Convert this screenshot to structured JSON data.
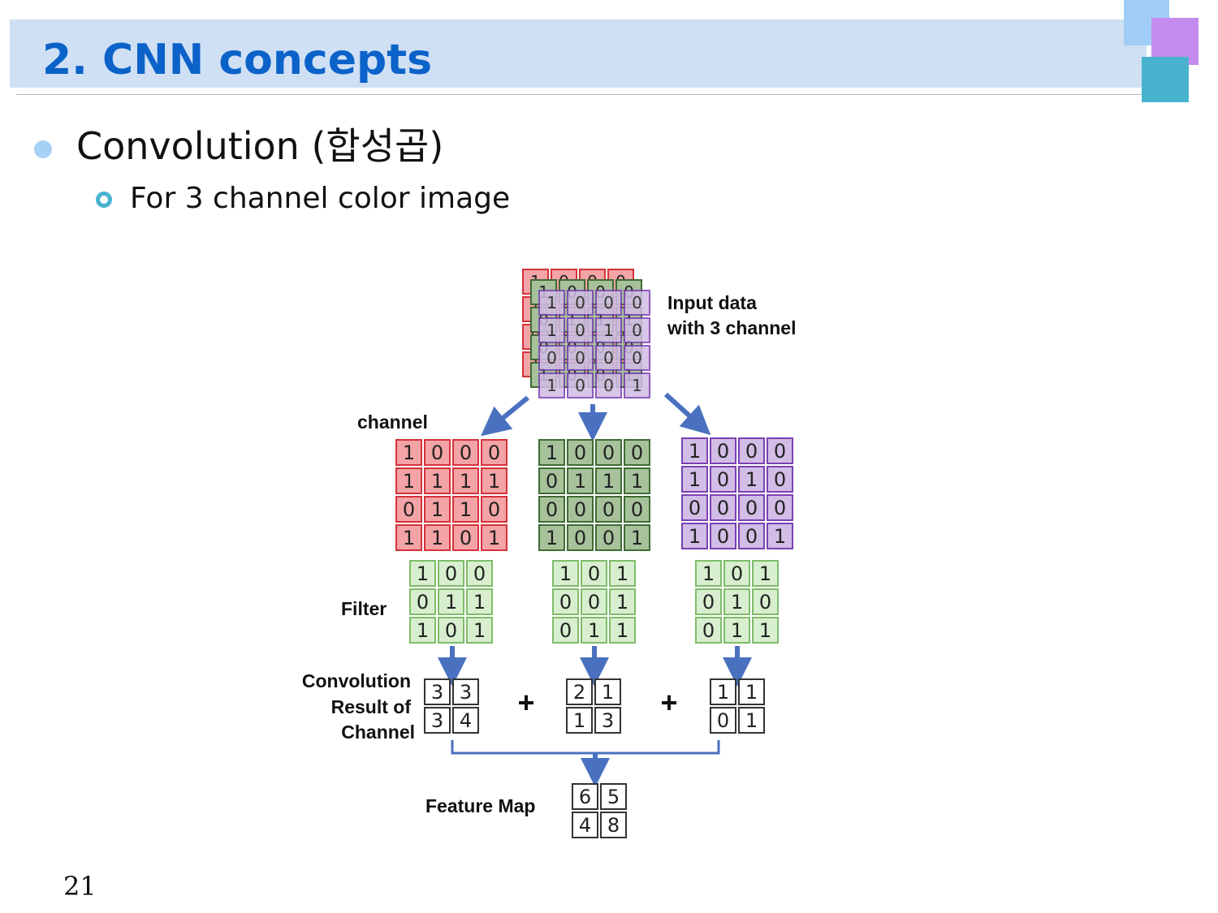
{
  "slide": {
    "title": "2. CNN concepts",
    "bullet1": "Convolution (합성곱)",
    "bullet2": "For 3 channel color image",
    "page_number": "21"
  },
  "diagram": {
    "input_label_line1": "Input data",
    "input_label_line2": "with 3 channel",
    "channel_label": "channel",
    "filter_label": "Filter",
    "conv_label_line1": "Convolution",
    "conv_label_line2": "Result of",
    "conv_label_line3": "Channel",
    "feature_map_label": "Feature Map",
    "plus_sign": "+",
    "channels": [
      [
        [
          "1",
          "0",
          "0",
          "0"
        ],
        [
          "1",
          "1",
          "1",
          "1"
        ],
        [
          "0",
          "1",
          "1",
          "0"
        ],
        [
          "1",
          "1",
          "0",
          "1"
        ]
      ],
      [
        [
          "1",
          "0",
          "0",
          "0"
        ],
        [
          "0",
          "1",
          "1",
          "1"
        ],
        [
          "0",
          "0",
          "0",
          "0"
        ],
        [
          "1",
          "0",
          "0",
          "1"
        ]
      ],
      [
        [
          "1",
          "0",
          "0",
          "0"
        ],
        [
          "1",
          "0",
          "1",
          "0"
        ],
        [
          "0",
          "0",
          "0",
          "0"
        ],
        [
          "1",
          "0",
          "0",
          "1"
        ]
      ]
    ],
    "filters": [
      [
        [
          "1",
          "0",
          "0"
        ],
        [
          "0",
          "1",
          "1"
        ],
        [
          "1",
          "0",
          "1"
        ]
      ],
      [
        [
          "1",
          "0",
          "1"
        ],
        [
          "0",
          "0",
          "1"
        ],
        [
          "0",
          "1",
          "1"
        ]
      ],
      [
        [
          "1",
          "0",
          "1"
        ],
        [
          "0",
          "1",
          "0"
        ],
        [
          "0",
          "1",
          "1"
        ]
      ]
    ],
    "results": [
      [
        [
          "3",
          "3"
        ],
        [
          "3",
          "4"
        ]
      ],
      [
        [
          "2",
          "1"
        ],
        [
          "1",
          "3"
        ]
      ],
      [
        [
          "1",
          "1"
        ],
        [
          "0",
          "1"
        ]
      ]
    ],
    "feature_map": [
      [
        "6",
        "5"
      ],
      [
        "4",
        "8"
      ]
    ],
    "colors": {
      "red_fill": "#f4a3a6",
      "red_stroke": "#d5323a",
      "green_fill": "#a7c29b",
      "green_stroke": "#3e6b32",
      "purple_fill": "#d2bde6",
      "purple_stroke": "#7b40b3",
      "filter_fill": "#d8efcf",
      "filter_stroke": "#7ebc6a",
      "arrow": "#4a71c0"
    }
  }
}
